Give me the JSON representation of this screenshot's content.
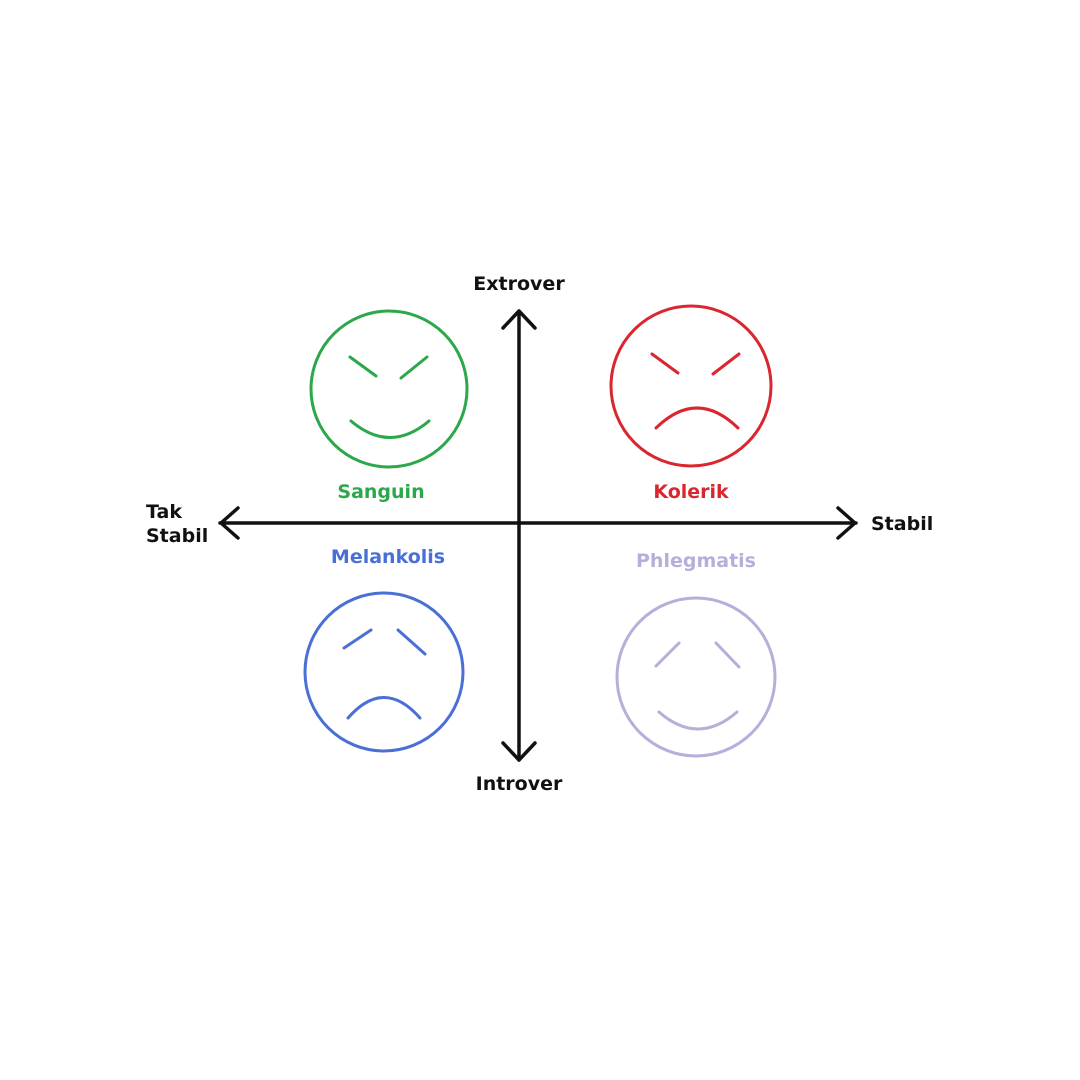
{
  "axes": {
    "top": "Extrover",
    "bottom": "Introver",
    "left_line1": "Tak",
    "left_line2": "Stabil",
    "right": "Stabil"
  },
  "quadrants": {
    "sanguin": {
      "label": "Sanguin",
      "color": "#2aa84a",
      "face": "smile-icon"
    },
    "kolerik": {
      "label": "Kolerik",
      "color": "#d9262f",
      "face": "angry-frown-icon"
    },
    "melankolis": {
      "label": "Melankolis",
      "color": "#4a6fd6",
      "face": "sad-frown-icon"
    },
    "phlegmatis": {
      "label": "Phlegmatis",
      "color": "#b3b0d9",
      "face": "calm-smile-icon"
    }
  },
  "colors": {
    "axis": "#111111",
    "background": "#ffffff"
  }
}
